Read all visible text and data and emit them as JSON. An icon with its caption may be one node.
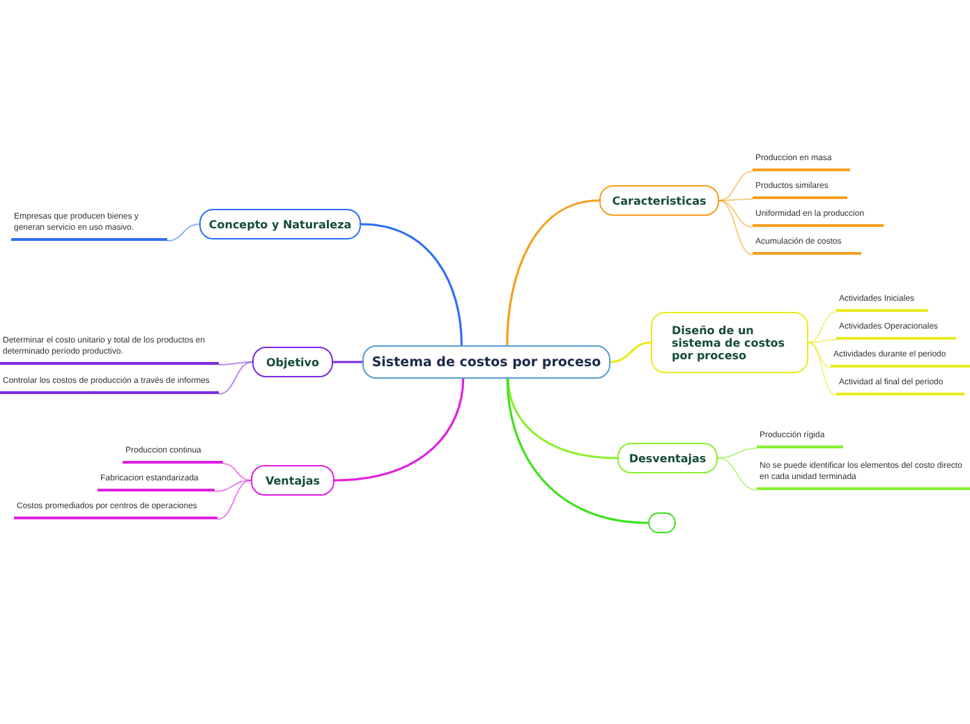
{
  "diagram": {
    "nodes": [
      {
        "text": [
          "Sistema de costos por proceso"
        ]
      },
      {
        "text": [
          "Concepto y Naturaleza"
        ]
      },
      {
        "text": [
          "Empresas que producen bienes y generan servicio en uso masivo."
        ]
      },
      {
        "text": [
          "Objetivo"
        ]
      },
      {
        "text": [
          "Determinar el costo unitario y total de los productos en determinado período productivo."
        ]
      },
      {
        "text": [
          "Controlar los costos de producción a través de informes"
        ]
      },
      {
        "text": [
          "Ventajas"
        ]
      },
      {
        "text": [
          "Produccion continua"
        ]
      },
      {
        "text": [
          "Fabricacion estandarizada"
        ]
      },
      {
        "text": [
          "Costos promediados por centros de operaciones"
        ]
      },
      {
        "text": [
          "Caracteristicas"
        ]
      },
      {
        "text": [
          "Produccion en masa"
        ]
      },
      {
        "text": [
          "Productos similares"
        ]
      },
      {
        "text": [
          "Uniformidad en la produccion"
        ]
      },
      {
        "text": [
          "Acumulación de costos"
        ]
      },
      {
        "text": [
          "Diseño de un sistema de costos por proceso"
        ]
      },
      {
        "text": [
          "Actividades Iniciales"
        ]
      },
      {
        "text": [
          "Actividades Operacionales"
        ]
      },
      {
        "text": [
          "Actividades durante el periodo"
        ]
      },
      {
        "text": [
          "Actividad al final del periodo"
        ]
      },
      {
        "text": [
          "Desventajas"
        ]
      },
      {
        "text": [
          "Producción rígida"
        ]
      },
      {
        "text": [
          "No se puede identificar los elementos del costo directo en cada unidad terminada"
        ]
      },
      {
        "text": [],
        "shape": "box"
      }
    ],
    "edges": [
      {
        "from": 0,
        "to": 1,
        "arrow": "none",
        "color": "#2f6ff5"
      },
      {
        "from": 1,
        "to": 2,
        "arrow": "none",
        "color": "#2f6ff5"
      },
      {
        "from": 0,
        "to": 3,
        "arrow": "none",
        "color": "#7a2be0"
      },
      {
        "from": 3,
        "to": 4,
        "arrow": "none",
        "color": "#7a2be0"
      },
      {
        "from": 3,
        "to": 5,
        "arrow": "none",
        "color": "#7a2be0"
      },
      {
        "from": 0,
        "to": 6,
        "arrow": "none",
        "color": "#e020e0"
      },
      {
        "from": 6,
        "to": 7,
        "arrow": "none",
        "color": "#e020e0"
      },
      {
        "from": 6,
        "to": 8,
        "arrow": "none",
        "color": "#e020e0"
      },
      {
        "from": 6,
        "to": 9,
        "arrow": "none",
        "color": "#e020e0"
      },
      {
        "from": 0,
        "to": 10,
        "arrow": "none",
        "color": "#f5a020"
      },
      {
        "from": 10,
        "to": 11,
        "arrow": "none",
        "color": "#f5a020"
      },
      {
        "from": 10,
        "to": 12,
        "arrow": "none",
        "color": "#f5a020"
      },
      {
        "from": 10,
        "to": 13,
        "arrow": "none",
        "color": "#f5a020"
      },
      {
        "from": 10,
        "to": 14,
        "arrow": "none",
        "color": "#f5a020"
      },
      {
        "from": 0,
        "to": 15,
        "arrow": "none",
        "color": "#eaea20"
      },
      {
        "from": 15,
        "to": 16,
        "arrow": "none",
        "color": "#eaea20"
      },
      {
        "from": 15,
        "to": 17,
        "arrow": "none",
        "color": "#eaea20"
      },
      {
        "from": 15,
        "to": 18,
        "arrow": "none",
        "color": "#eaea20"
      },
      {
        "from": 15,
        "to": 19,
        "arrow": "none",
        "color": "#eaea20"
      },
      {
        "from": 0,
        "to": 20,
        "arrow": "none",
        "color": "#8af030"
      },
      {
        "from": 20,
        "to": 21,
        "arrow": "none",
        "color": "#8af030"
      },
      {
        "from": 20,
        "to": 22,
        "arrow": "none",
        "color": "#8af030"
      },
      {
        "from": 0,
        "to": 23,
        "arrow": "none",
        "color": "#40e020"
      }
    ]
  }
}
